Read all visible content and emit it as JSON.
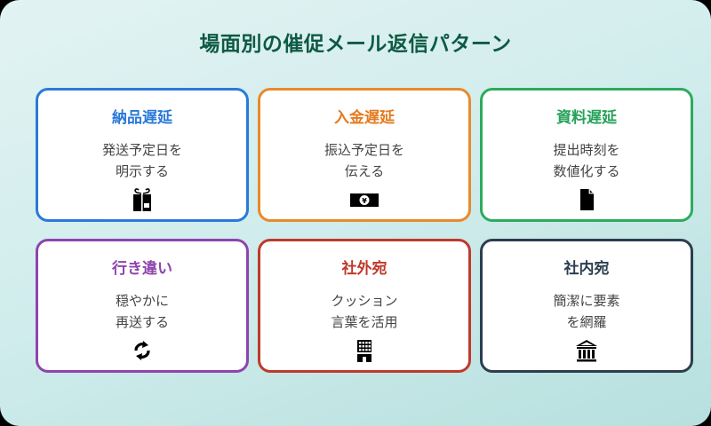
{
  "title": "場面別の催促メール返信パターン",
  "colors": {
    "title": "#0e5a43",
    "background_start": "#e3f3f3",
    "background_end": "#b6e0de"
  },
  "cards": [
    {
      "heading": "納品遅延",
      "line1": "発送予定日を",
      "line2": "明示する",
      "icon": "gift-icon",
      "color": "#2a7ad8"
    },
    {
      "heading": "入金遅延",
      "line1": "振込予定日を",
      "line2": "伝える",
      "icon": "yen-banknote-icon",
      "color": "#e88a2c"
    },
    {
      "heading": "資料遅延",
      "line1": "提出時刻を",
      "line2": "数値化する",
      "icon": "document-icon",
      "color": "#2eaa5e"
    },
    {
      "heading": "行き違い",
      "line1": "穏やかに",
      "line2": "再送する",
      "icon": "refresh-icon",
      "color": "#8e44ad"
    },
    {
      "heading": "社外宛",
      "line1": "クッション",
      "line2": "言葉を活用",
      "icon": "office-building-icon",
      "color": "#c0392b"
    },
    {
      "heading": "社内宛",
      "line1": "簡潔に要素",
      "line2": "を網羅",
      "icon": "institution-icon",
      "color": "#2c3e50"
    }
  ]
}
